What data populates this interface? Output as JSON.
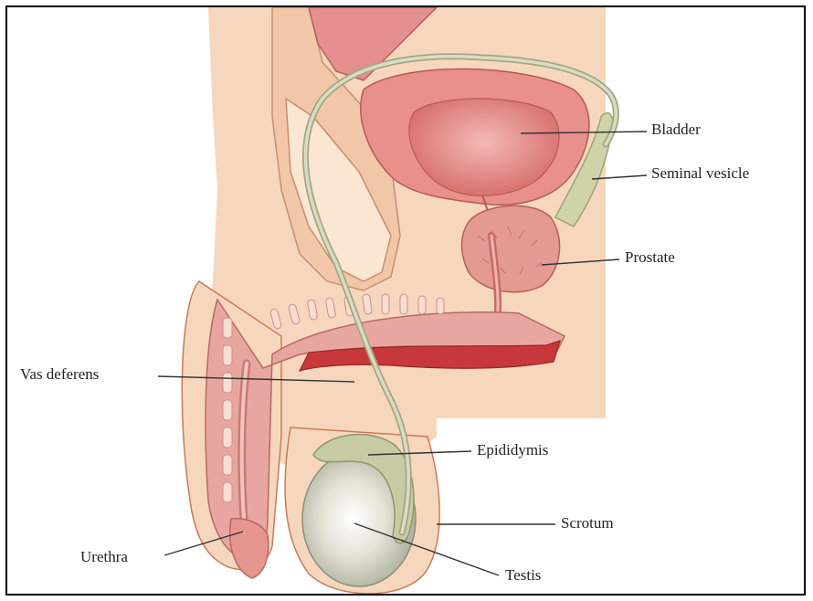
{
  "labels": {
    "bladder": "Bladder",
    "seminal_vesicle": "Seminal vesicle",
    "prostate": "Prostate",
    "vas_deferens": "Vas deferens",
    "epididymis": "Epididymis",
    "scrotum": "Scrotum",
    "urethra": "Urethra",
    "testis": "Testis"
  },
  "colors": {
    "skin": "#f6d7bd",
    "skin_outline": "#c97a5a",
    "organ": "#e58f8e",
    "organ_light": "#f2b6b0",
    "bladder_inner": "#d96f6c",
    "vas": "#cfd2b5",
    "vas_outline": "#a3a684",
    "testis": "#dad9cc",
    "corpus": "#c8383a"
  }
}
